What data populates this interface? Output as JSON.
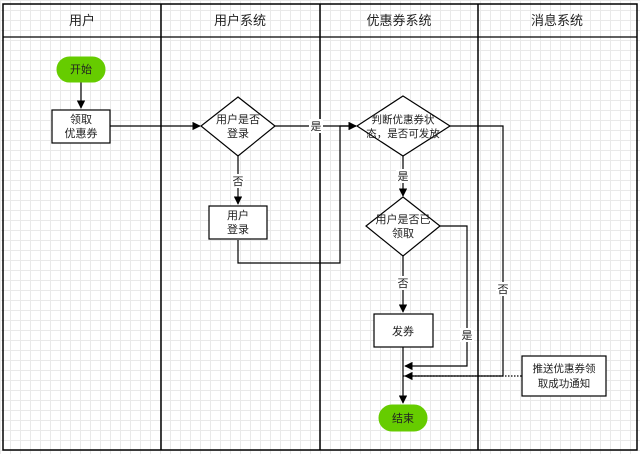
{
  "lanes": [
    {
      "title": "用户"
    },
    {
      "title": "用户系统"
    },
    {
      "title": "优惠券系统"
    },
    {
      "title": "消息系统"
    }
  ],
  "nodes": {
    "start": "开始",
    "receive": [
      "领取",
      "优惠券"
    ],
    "is_logged_in": [
      "用户是否",
      "登录"
    ],
    "user_login": [
      "用户",
      "登录"
    ],
    "can_issue": [
      "判断优惠券状",
      "态，是否可发放"
    ],
    "is_received": [
      "用户是否已",
      "领取"
    ],
    "issue": "发券",
    "notify": [
      "推送优惠券领",
      "取成功通知"
    ],
    "end": "结束"
  },
  "edge_labels": {
    "login_yes": "是",
    "login_no": "否",
    "issue_yes": "是",
    "issue_no": "否",
    "received_no": "否",
    "received_yes": "是"
  },
  "colors": {
    "terminal_fill": "#66cc00",
    "line": "#000000"
  }
}
